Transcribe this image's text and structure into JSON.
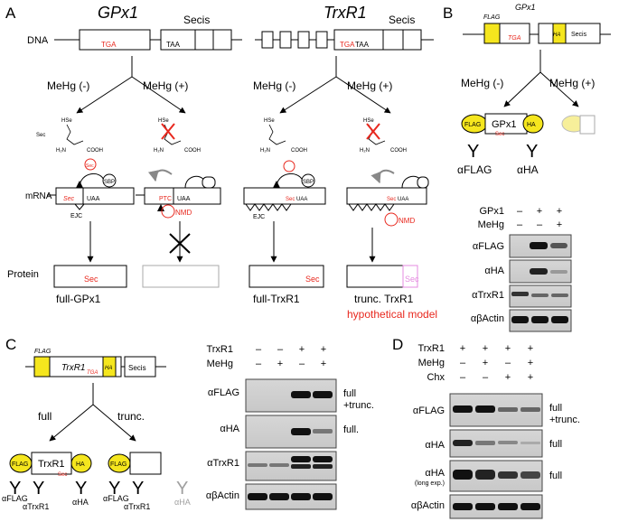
{
  "panels": {
    "A": {
      "letter": "A",
      "gpx1": {
        "title": "GPx1",
        "secis": "Secis",
        "dna_label": "DNA",
        "tga": "TGA",
        "taa": "TAA",
        "mehg_minus": "MeHg (-)",
        "mehg_plus": "MeHg (+)",
        "mol_hse": "HSe",
        "mol_sec": "Sec",
        "mol_h2n": "H₂N",
        "mol_cooh": "COOH",
        "mrna_label": "mRNA",
        "sec_small": "Sec",
        "uaa": "UAA",
        "sbp": "SBP",
        "ejc": "EJC",
        "ptc": "PTC",
        "nmd": "NMD",
        "protein_label": "Protein",
        "sec_protein": "Sec",
        "result": "full-GPx1"
      },
      "trxr1": {
        "title": "TrxR1",
        "secis": "Secis",
        "tga": "TGA",
        "taa": "TAA",
        "mehg_minus": "MeHg (-)",
        "mehg_plus": "MeHg (+)",
        "sbp": "SBP",
        "ejc": "EJC",
        "uaa": "UAA",
        "sec_small": "Sec",
        "nmd": "NMD",
        "sec_protein": "Sec",
        "result_full": "full-TrxR1",
        "result_trunc": "trunc. TrxR1",
        "hypothetical": "hypothetical model"
      }
    },
    "B": {
      "letter": "B",
      "flag": "FLAG",
      "tga": "TGA",
      "gpx1": "GPx1",
      "ha": "HA",
      "secis": "Secis",
      "mehg_minus": "MeHg (-)",
      "mehg_plus": "MeHg (+)",
      "protein_flag": "FLAG",
      "protein_name": "GPx1",
      "protein_sec": "Sec",
      "protein_ha": "HA",
      "ab_flag": "αFLAG",
      "ab_ha": "αHA",
      "blot": {
        "cond_labels": [
          "GPx1",
          "MeHg"
        ],
        "conditions": [
          [
            "–",
            "+",
            "+"
          ],
          [
            "–",
            "–",
            "+"
          ]
        ],
        "rows": [
          "αFLAG",
          "αHA",
          "αTrxR1",
          "αβActin"
        ]
      }
    },
    "C": {
      "letter": "C",
      "flag": "FLAG",
      "trxr1": "TrxR1",
      "tga": "TGA",
      "ha": "HA",
      "secis": "Secis",
      "full": "full",
      "trunc": "trunc.",
      "p_flag1": "FLAG",
      "p_name": "TrxR1",
      "p_sec": "Sec",
      "p_ha": "HA",
      "p_flag2": "FLAG",
      "ab_labels": [
        "αFLAG",
        "αTrxR1",
        "αHA",
        "αFLAG",
        "αTrxR1",
        "αHA"
      ],
      "blot": {
        "cond_labels": [
          "TrxR1",
          "MeHg"
        ],
        "conditions": [
          [
            "–",
            "–",
            "+",
            "+"
          ],
          [
            "–",
            "+",
            "–",
            "+"
          ]
        ],
        "rows": [
          "αFLAG",
          "αHA",
          "αTrxR1",
          "αβActin"
        ],
        "notes": [
          "full",
          "+trunc.",
          "full."
        ]
      }
    },
    "D": {
      "letter": "D",
      "blot": {
        "cond_labels": [
          "TrxR1",
          "MeHg",
          "Chx"
        ],
        "conditions": [
          [
            "+",
            "+",
            "+",
            "+"
          ],
          [
            "–",
            "+",
            "–",
            "+"
          ],
          [
            "–",
            "–",
            "+",
            "+"
          ]
        ],
        "rows": [
          "αFLAG",
          "αHA",
          "αHA",
          "αβActin"
        ],
        "long_exp": "(long exp.)",
        "notes": [
          "full",
          "+trunc.",
          "full",
          "full"
        ]
      }
    }
  },
  "colors": {
    "sec_red": "#e8281e",
    "tag_yellow": "#f5e61e",
    "grey": "#a0a0a0",
    "pink": "#e58be0",
    "blot_dark": "#1a1a1a"
  }
}
